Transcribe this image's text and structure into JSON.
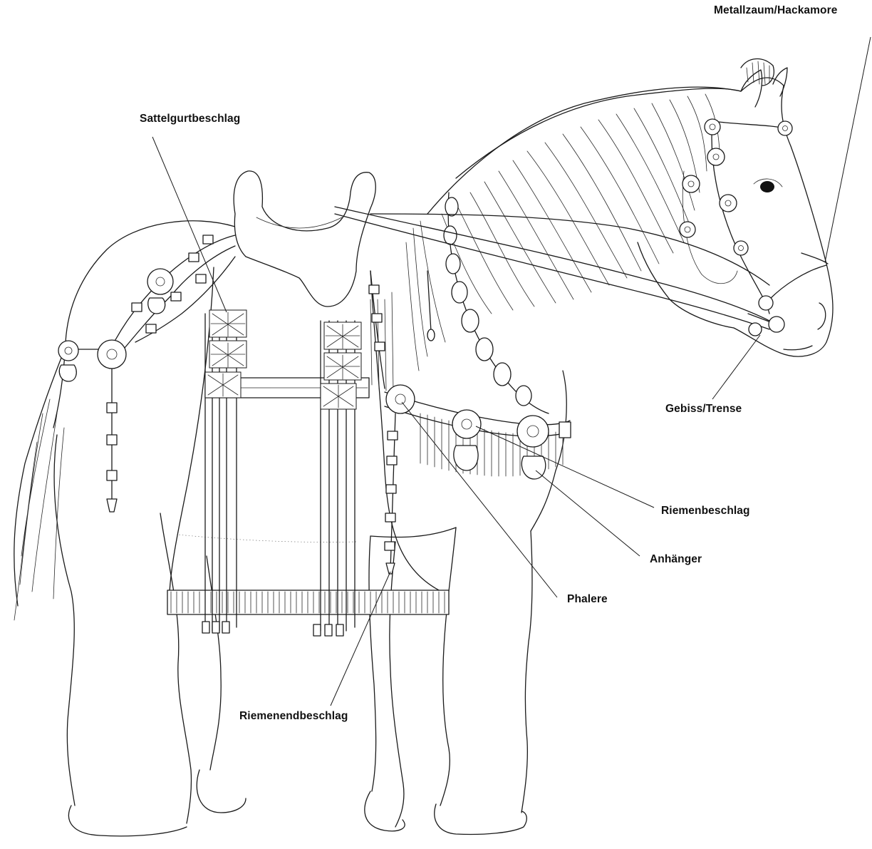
{
  "labels": {
    "hackamore": "Metallzaum/Hackamore",
    "girth_fitting": "Sattelgurtbeschlag",
    "bit": "Gebiss/Trense",
    "strap_fitting": "Riemenbeschlag",
    "pendant": "Anhänger",
    "phalera": "Phalere",
    "strap_end": "Riemenendbeschlag"
  }
}
